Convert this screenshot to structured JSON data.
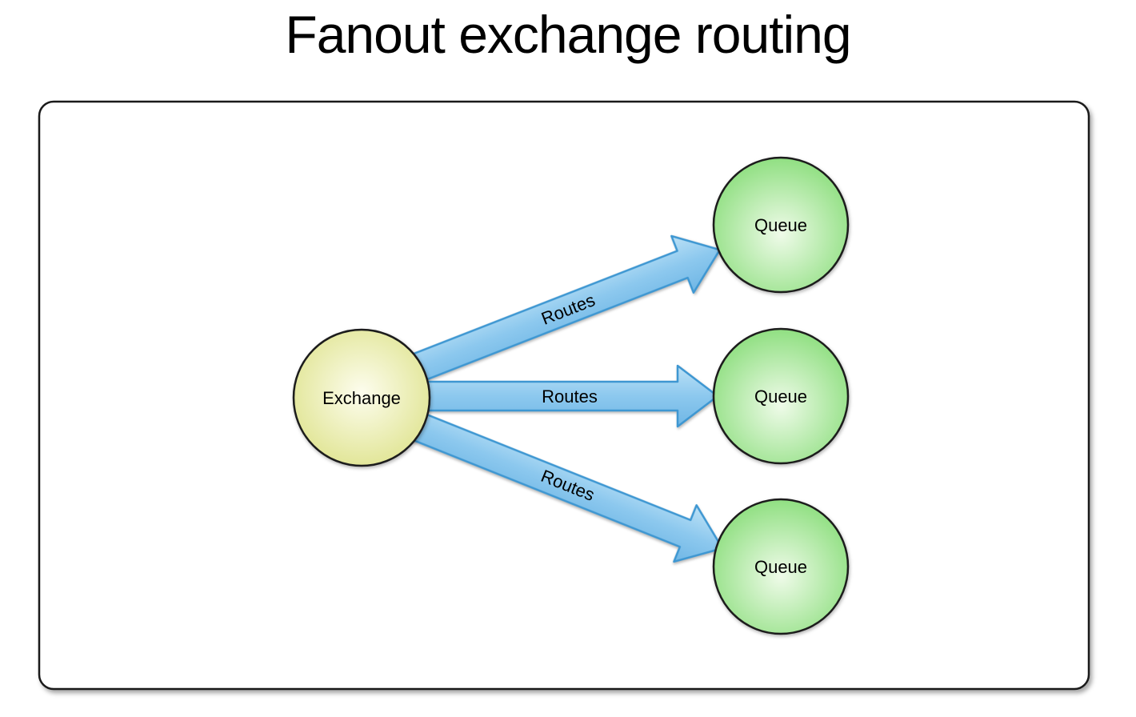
{
  "title": "Fanout exchange routing",
  "diagram": {
    "exchange": {
      "label": "Exchange"
    },
    "queues": [
      {
        "label": "Queue"
      },
      {
        "label": "Queue"
      },
      {
        "label": "Queue"
      }
    ],
    "routes": [
      {
        "label": "Routes"
      },
      {
        "label": "Routes"
      },
      {
        "label": "Routes"
      }
    ]
  },
  "colors": {
    "exchange_center": "#fdfdee",
    "exchange_edge": "#dbe083",
    "queue_center": "#effbe9",
    "queue_edge": "#7eda6e",
    "arrow_light": "#bce1f6",
    "arrow_mid": "#8cc8ee",
    "arrow_dark": "#6fb6e5",
    "arrow_stroke": "#3e97d2",
    "node_border": "#1c1c1c",
    "box_border": "#1a1a1a",
    "label_color": "#000000"
  }
}
